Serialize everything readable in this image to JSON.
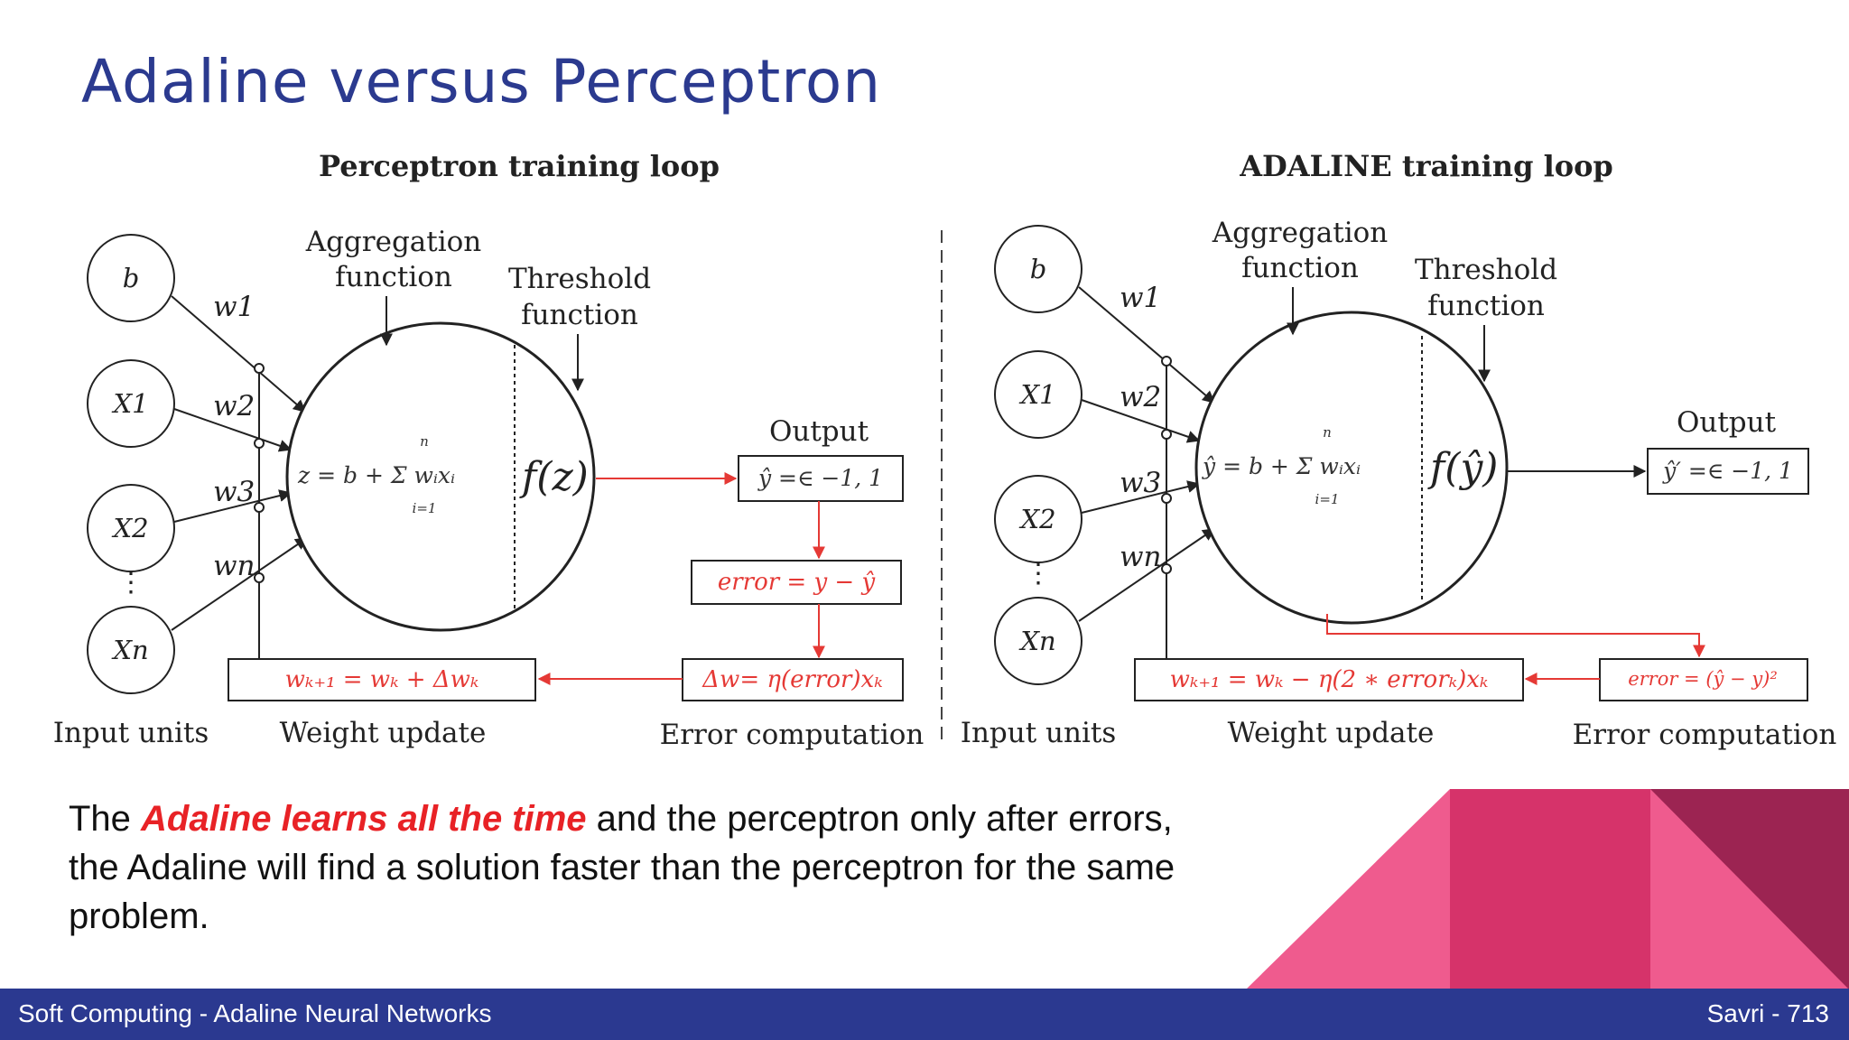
{
  "title": "Adaline versus Perceptron",
  "perceptron": {
    "heading": "Perceptron training loop",
    "bias": "b",
    "inputs": [
      "X1",
      "X2",
      "Xn"
    ],
    "weights": [
      "w1",
      "w2",
      "w3",
      "wn"
    ],
    "aggregation_label": [
      "Aggregation",
      "function"
    ],
    "threshold_label": [
      "Threshold",
      "function"
    ],
    "aggregation_eq": "z = b + Σ wᵢxᵢ",
    "sum_upper": "n",
    "sum_lower": "i=1",
    "threshold_eq": "f(z)",
    "output_label": "Output",
    "output_eq": "ŷ =∈ −1, 1",
    "error_eq": "error = y − ŷ",
    "delta_eq": "Δw= η(error)xₖ",
    "update_eq": "wₖ₊₁ = wₖ + Δwₖ",
    "input_units": "Input units",
    "weight_update": "Weight update",
    "error_computation": "Error computation"
  },
  "adaline": {
    "heading": "ADALINE training loop",
    "bias": "b",
    "inputs": [
      "X1",
      "X2",
      "Xn"
    ],
    "weights": [
      "w1",
      "w2",
      "w3",
      "wn"
    ],
    "aggregation_label": [
      "Aggregation",
      "function"
    ],
    "threshold_label": [
      "Threshold",
      "function"
    ],
    "aggregation_eq": "ŷ = b + Σ wᵢxᵢ",
    "sum_upper": "n",
    "sum_lower": "i=1",
    "threshold_eq": "f(ŷ)",
    "output_label": "Output",
    "output_eq": "ŷ′ =∈ −1, 1",
    "error_eq": "error = (ŷ − y)²",
    "update_eq": "wₖ₊₁ = wₖ − η(2 ∗ errorₖ)xₖ",
    "input_units": "Input units",
    "weight_update": "Weight update",
    "error_computation": "Error computation"
  },
  "body": {
    "pre": "The ",
    "highlight": "Adaline learns all the time",
    "post": " and the perceptron only after errors, the Adaline will find a solution faster than the perceptron for the same problem."
  },
  "footer": {
    "left": "Soft Computing - Adaline Neural Networks",
    "right": "Savri - 713"
  },
  "colors": {
    "title": "#2b3a8f",
    "footer_bg": "#2b3990",
    "highlight": "#e82226",
    "diagram_red": "#e53935",
    "deco_pink": "#ef5b8e",
    "deco_crimson": "#d6336a",
    "deco_dark": "#9c2452"
  }
}
